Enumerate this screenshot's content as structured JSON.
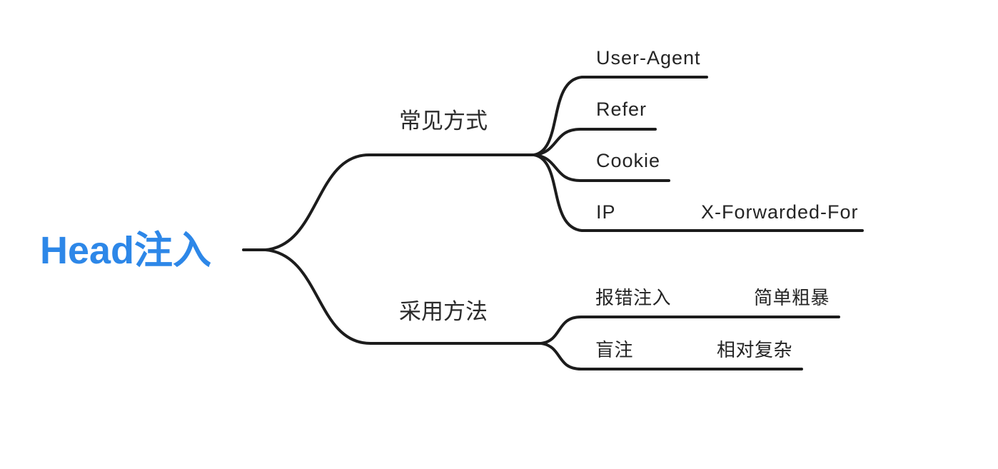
{
  "colors": {
    "root_text": "#2d87e8",
    "line": "#1c1c1c",
    "label": "#1f1f1f",
    "background": "#ffffff"
  },
  "root": {
    "label": "Head注入"
  },
  "branches": [
    {
      "label": "常见方式",
      "children": [
        {
          "label": "User-Agent"
        },
        {
          "label": "Refer"
        },
        {
          "label": "Cookie"
        },
        {
          "label": "IP",
          "note": "X-Forwarded-For"
        }
      ]
    },
    {
      "label": "采用方法",
      "children": [
        {
          "label": "报错注入",
          "note": "简单粗暴"
        },
        {
          "label": "盲注",
          "note": "相对复杂"
        }
      ]
    }
  ]
}
